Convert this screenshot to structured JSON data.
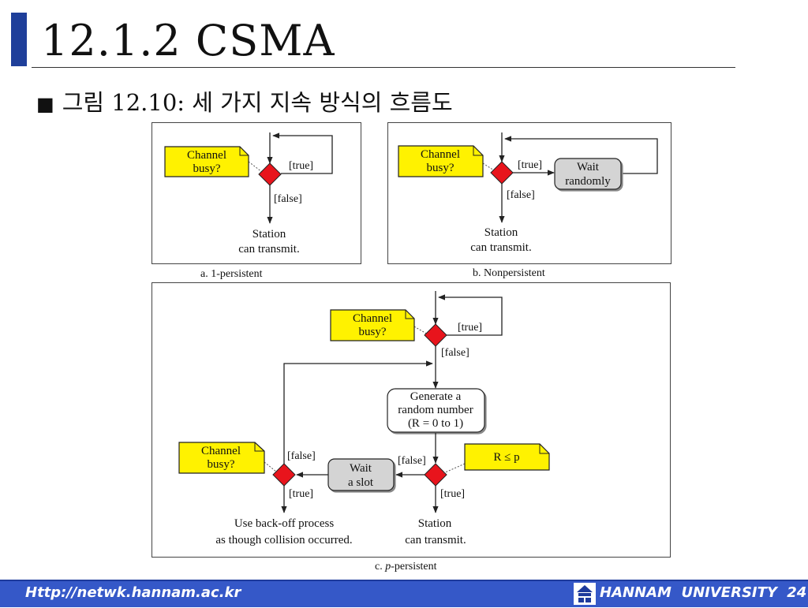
{
  "slide": {
    "title": "12.1.2 CSMA",
    "bullet_symbol": "■",
    "bullet_text": "그림 12.10: 세 가지 지속 방식의 흐름도"
  },
  "diagram": {
    "panel_a": {
      "caption": "a. 1-persistent",
      "note_line1": "Channel",
      "note_line2": "busy?",
      "true_label": "[true]",
      "false_label": "[false]",
      "end_line1": "Station",
      "end_line2": "can transmit."
    },
    "panel_b": {
      "caption": "b. Nonpersistent",
      "note_line1": "Channel",
      "note_line2": "busy?",
      "true_label": "[true]",
      "false_label": "[false]",
      "wait_line1": "Wait",
      "wait_line2": "randomly",
      "end_line1": "Station",
      "end_line2": "can transmit."
    },
    "panel_c": {
      "caption_prefix": "c. ",
      "caption_italic": "p",
      "caption_suffix": "-persistent",
      "note_top_line1": "Channel",
      "note_top_line2": "busy?",
      "top_true": "[true]",
      "top_false": "[false]",
      "gen_line1": "Generate a",
      "gen_line2": "random number",
      "gen_line3": "(R = 0 to 1)",
      "note_r": "R ≤ p",
      "right_false": "[false]",
      "right_true": "[true]",
      "wait_line1": "Wait",
      "wait_line2": "a slot",
      "note_left_line1": "Channel",
      "note_left_line2": "busy?",
      "left_false": "[false]",
      "left_true": "[true]",
      "backoff_line1": "Use back-off process",
      "backoff_line2": "as though collision occurred.",
      "station_line1": "Station",
      "station_line2": "can transmit."
    }
  },
  "footer": {
    "url": "Http://netwk.hannam.ac.kr",
    "university": "HANNAM  UNIVERSITY",
    "page_number": "24"
  },
  "colors": {
    "accent_bar": "#1f3f9a",
    "footer_bg": "#3558c8",
    "note_fill": "#fff200",
    "decision_fill": "#e8141c",
    "process_fill": "#d4d4d4"
  }
}
